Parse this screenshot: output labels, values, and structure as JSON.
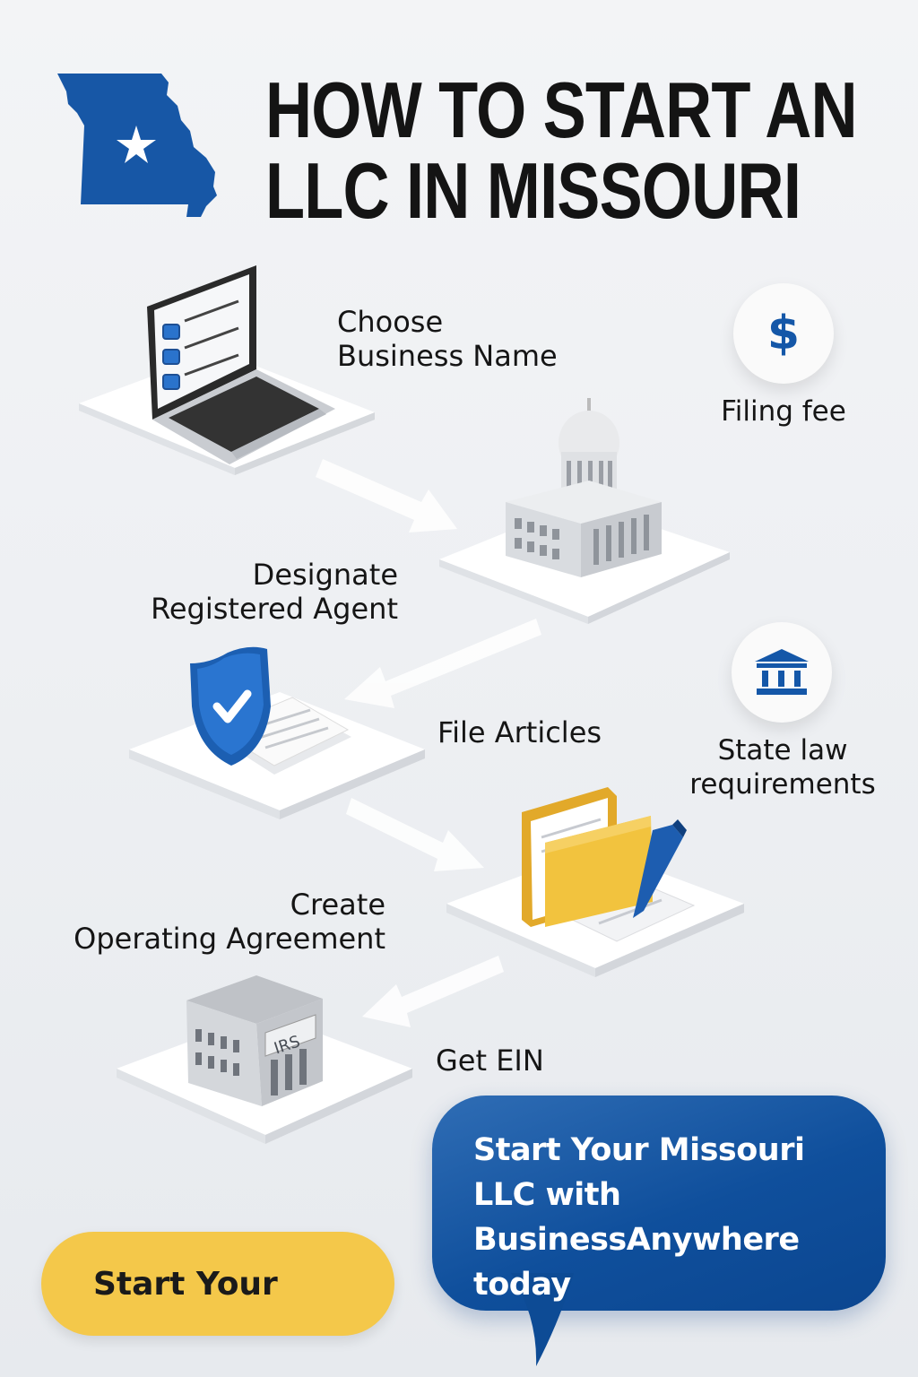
{
  "header": {
    "title_line1": "HOW TO START AN",
    "title_line2": "LLC IN MISSOURI"
  },
  "steps": [
    {
      "line1": "Choose",
      "line2": "Business Name",
      "icon": "laptop-checklist-icon"
    },
    {
      "line1": "Designate",
      "line2": "Registered Agent",
      "icon": "capitol-building-icon"
    },
    {
      "line1": "File Articles",
      "icon": "shield-check-document-icon"
    },
    {
      "line1": "Create",
      "line2": "Operating Agreement",
      "icon": "folder-pen-icon"
    },
    {
      "line1": "Get EIN",
      "icon": "irs-building-icon"
    }
  ],
  "irs_sign": "IRS",
  "side_notes": [
    {
      "label": "Filing fee",
      "icon": "dollar-icon",
      "glyph": "$"
    },
    {
      "line1": "State law",
      "line2": "requirements",
      "icon": "bank-icon"
    }
  ],
  "cta": {
    "bubble_text": "Start Your Missouri LLC with BusinessAnywhere today",
    "button_label": "Start Your"
  },
  "colors": {
    "brand_blue": "#1457a8",
    "accent_yellow": "#f4c84a",
    "folder_yellow": "#f2c33e"
  }
}
